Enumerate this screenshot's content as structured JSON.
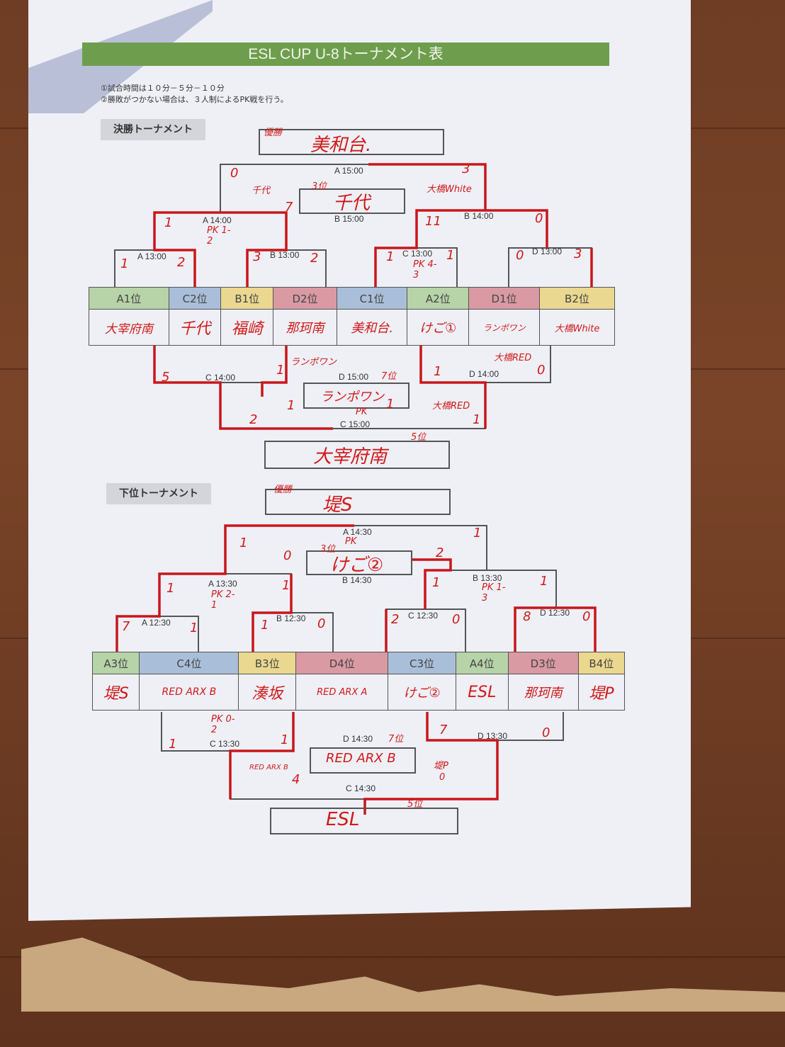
{
  "title": "ESL CUP U-8トーナメント表",
  "notes": [
    "①試合時間は１０分－５分－１０分",
    "②勝敗がつかない場合は、３人制によるPK戦を行う。"
  ],
  "upper": {
    "section": "決勝トーナメント",
    "winner_label": "優勝",
    "winner": "美和台.",
    "final": {
      "time": "A 15:00",
      "left": "0",
      "right": "3",
      "left_team": "千代",
      "right_team": "大橋White"
    },
    "third": {
      "label": "3位",
      "team": "千代",
      "time": "B 15:00"
    },
    "semi_left": {
      "time": "A 14:00",
      "left": "1",
      "right": "7",
      "pk": "PK 1-2"
    },
    "semi_right": {
      "time": "B 14:00",
      "left": "11",
      "right": "0"
    },
    "qf": [
      {
        "time": "A 13:00",
        "left": "1",
        "right": "2"
      },
      {
        "time": "B 13:00",
        "left": "3",
        "right": "2"
      },
      {
        "time": "C 13:00",
        "left": "1",
        "right": "1",
        "pk": "PK 4-3"
      },
      {
        "time": "D 13:00",
        "left": "0",
        "right": "3"
      }
    ],
    "slots": [
      "A1位",
      "C2位",
      "B1位",
      "D2位",
      "C1位",
      "A2位",
      "D1位",
      "B2位"
    ],
    "teams": [
      "大宰府南",
      "千代",
      "福崎",
      "那珂南",
      "美和台.",
      "けご①",
      "ランポワン",
      "大橋White"
    ],
    "consol_left": {
      "time": "C 14:00",
      "left": "5",
      "right": "1",
      "loser_note": "ランポワン"
    },
    "consol_right": {
      "time": "D 14:00",
      "left": "1",
      "right": "0",
      "loser_note": "大橋RED"
    },
    "seventh": {
      "label": "7位",
      "team": "ランポワン",
      "time": "D 15:00",
      "left": "1",
      "right": "1",
      "pk": "PK",
      "right_team": "大橋RED"
    },
    "fifth_match": {
      "time": "C 15:00",
      "left": "2",
      "right": "1"
    },
    "fifth": {
      "label": "5位",
      "team": "大宰府南"
    }
  },
  "lower": {
    "section": "下位トーナメント",
    "winner_label": "優勝",
    "winner": "堤S",
    "final": {
      "time": "A 14:30",
      "left": "1",
      "right": "1",
      "pk": "PK"
    },
    "third": {
      "label": "3位",
      "team": "けご②",
      "time": "B 14:30",
      "left": "0",
      "right": "2"
    },
    "semi_left": {
      "time": "A 13:30",
      "left": "1",
      "right": "1",
      "pk": "PK 2-1"
    },
    "semi_right": {
      "time": "B 13:30",
      "left": "1",
      "right": "1",
      "pk": "PK 1-3"
    },
    "qf": [
      {
        "time": "A 12:30",
        "left": "7",
        "right": "1"
      },
      {
        "time": "B 12:30",
        "left": "1",
        "right": "0"
      },
      {
        "time": "C 12:30",
        "left": "2",
        "right": "0"
      },
      {
        "time": "D 12:30",
        "left": "8",
        "right": "0"
      }
    ],
    "slots": [
      "A3位",
      "C4位",
      "B3位",
      "D4位",
      "C3位",
      "A4位",
      "D3位",
      "B4位"
    ],
    "teams": [
      "堤S",
      "RED ARX B",
      "湊坂",
      "RED ARX A",
      "けご②",
      "ESL",
      "那珂南",
      "堤P"
    ],
    "consol_left": {
      "time": "C 13:30",
      "left": "1",
      "right": "1",
      "pk": "PK 0-2"
    },
    "consol_right": {
      "time": "D 13:30",
      "left": "7",
      "right": "0"
    },
    "seventh": {
      "label": "7位",
      "team": "RED ARX B",
      "time": "D 14:30",
      "left_team": "RED ARX B",
      "left": "4",
      "right_team": "堤P",
      "right": "0"
    },
    "fifth_match": {
      "time": "C 14:30"
    },
    "fifth": {
      "label": "5位",
      "team": "ESL"
    }
  }
}
